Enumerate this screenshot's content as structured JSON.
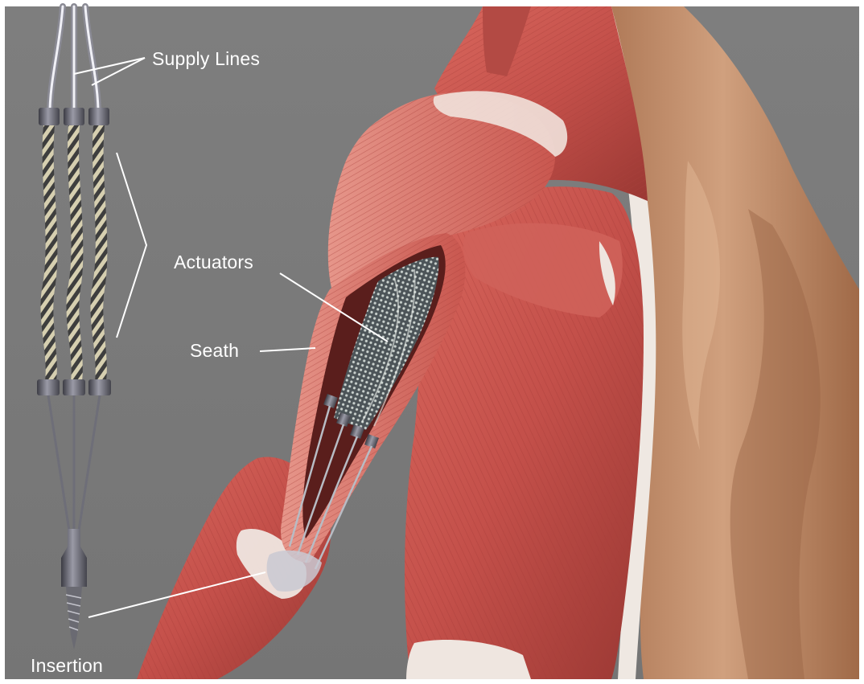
{
  "labels": {
    "supply_lines": "Supply Lines",
    "actuators": "Actuators",
    "seath": "Seath",
    "insertion": "Insertion"
  },
  "colors": {
    "background": "#7b7b7b",
    "frame": "#ffffff",
    "muscle": "#c9574f",
    "muscle_dark": "#8c2f2c",
    "muscle_light": "#e29a8e",
    "tendon": "#efe6e0",
    "skin": "#c89070",
    "skin_shadow": "#8a5a3e",
    "metal": "#6f6f78",
    "metal_light": "#d2d2dc",
    "braid": "#c8c0a0",
    "braid_dark": "#4a4a4a",
    "leader_line": "#ffffff"
  }
}
